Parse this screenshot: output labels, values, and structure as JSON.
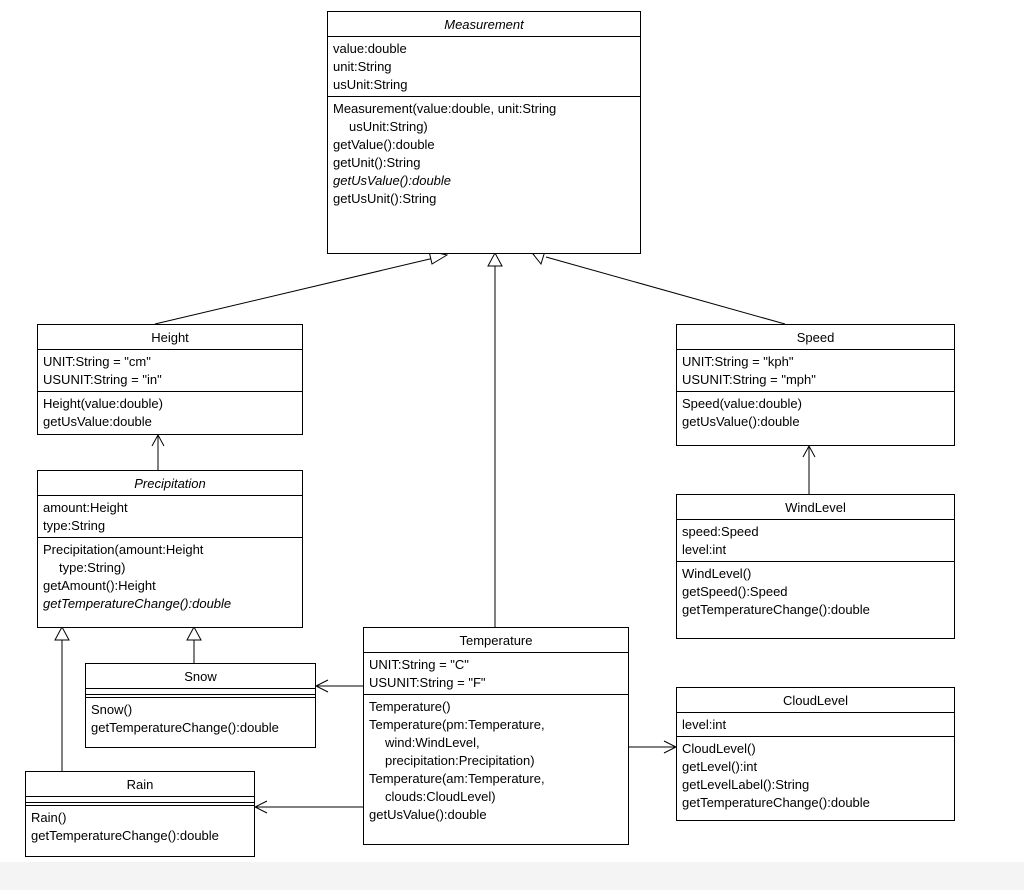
{
  "classes": {
    "measurement": {
      "name": "Measurement",
      "attributes": [
        "value:double",
        "unit:String",
        "usUnit:String"
      ],
      "methods": [
        "Measurement(value:double, unit:String",
        "usUnit:String)",
        "getValue():double",
        "getUnit():String",
        "getUsValue():double",
        "getUsUnit():String"
      ]
    },
    "height": {
      "name": "Height",
      "attributes": [
        "UNIT:String = \"cm\"",
        "USUNIT:String = \"in\""
      ],
      "methods": [
        "Height(value:double)",
        "getUsValue:double"
      ]
    },
    "speed": {
      "name": "Speed",
      "attributes": [
        "UNIT:String = \"kph\"",
        "USUNIT:String = \"mph\""
      ],
      "methods": [
        "Speed(value:double)",
        "getUsValue():double"
      ]
    },
    "precipitation": {
      "name": "Precipitation",
      "attributes": [
        "amount:Height",
        "type:String"
      ],
      "methods": [
        "Precipitation(amount:Height",
        "type:String)",
        "getAmount():Height",
        "getTemperatureChange():double"
      ]
    },
    "windlevel": {
      "name": "WindLevel",
      "attributes": [
        "speed:Speed",
        "level:int"
      ],
      "methods": [
        "WindLevel()",
        "getSpeed():Speed",
        "getTemperatureChange():double"
      ]
    },
    "temperature": {
      "name": "Temperature",
      "attributes": [
        "UNIT:String = \"C\"",
        "USUNIT:String = \"F\""
      ],
      "methods": [
        "Temperature()",
        "Temperature(pm:Temperature,",
        "wind:WindLevel,",
        "precipitation:Precipitation)",
        "Temperature(am:Temperature,",
        "clouds:CloudLevel)",
        "getUsValue():double"
      ]
    },
    "snow": {
      "name": "Snow",
      "attributes": [],
      "methods": [
        "Snow()",
        "getTemperatureChange():double"
      ]
    },
    "rain": {
      "name": "Rain",
      "attributes": [],
      "methods": [
        "Rain()",
        "getTemperatureChange():double"
      ]
    },
    "cloudlevel": {
      "name": "CloudLevel",
      "attributes": [
        "level:int"
      ],
      "methods": [
        "CloudLevel()",
        "getLevel():int",
        "getLevelLabel():String",
        "getTemperatureChange():double"
      ]
    }
  },
  "relationships": [
    {
      "from": "Height",
      "to": "Measurement",
      "type": "generalization"
    },
    {
      "from": "Temperature",
      "to": "Measurement",
      "type": "generalization"
    },
    {
      "from": "Speed",
      "to": "Measurement",
      "type": "generalization"
    },
    {
      "from": "Precipitation",
      "to": "Height",
      "type": "association"
    },
    {
      "from": "WindLevel",
      "to": "Speed",
      "type": "association"
    },
    {
      "from": "Snow",
      "to": "Precipitation",
      "type": "generalization"
    },
    {
      "from": "Rain",
      "to": "Precipitation",
      "type": "generalization"
    },
    {
      "from": "Temperature",
      "to": "Snow",
      "type": "association"
    },
    {
      "from": "Temperature",
      "to": "Rain",
      "type": "association"
    },
    {
      "from": "Temperature",
      "to": "CloudLevel",
      "type": "association"
    }
  ]
}
